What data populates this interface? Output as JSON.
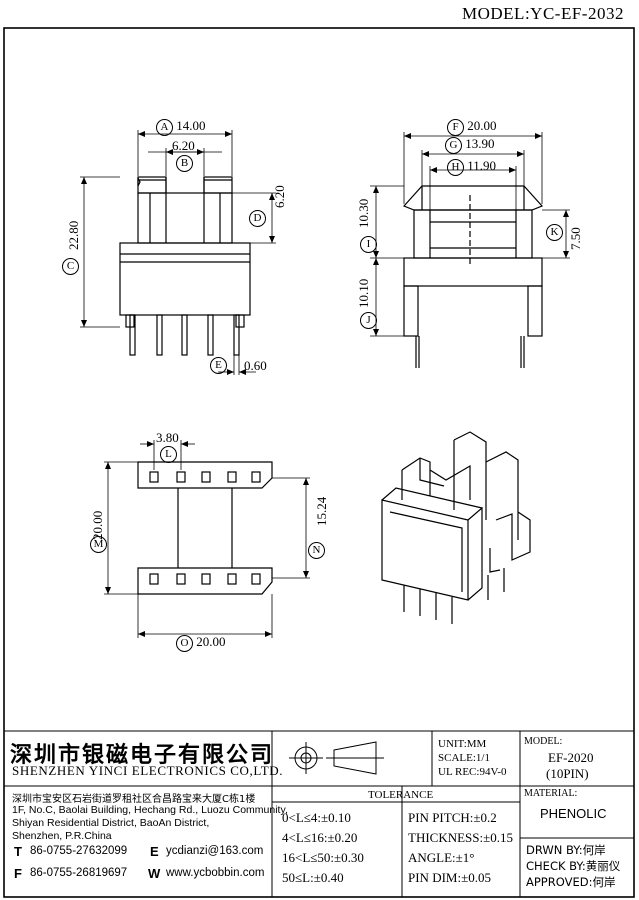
{
  "model_title": "MODEL:YC-EF-2032",
  "dims": {
    "A": {
      "letter": "A",
      "value": "14.00"
    },
    "B": {
      "letter": "B",
      "value": "6.20"
    },
    "C": {
      "letter": "C",
      "value": "22.80"
    },
    "D": {
      "letter": "D",
      "value": "6.20"
    },
    "E": {
      "letter": "E",
      "value": "0.60"
    },
    "F": {
      "letter": "F",
      "value": "20.00"
    },
    "G": {
      "letter": "G",
      "value": "13.90"
    },
    "H": {
      "letter": "H",
      "value": "11.90"
    },
    "I": {
      "letter": "I",
      "value": "10.30"
    },
    "J": {
      "letter": "J",
      "value": "10.10"
    },
    "K": {
      "letter": "K",
      "value": "7.50"
    },
    "L": {
      "letter": "L",
      "value": "3.80"
    },
    "M": {
      "letter": "M",
      "value": "20.00"
    },
    "N": {
      "letter": "N",
      "value": "15.24"
    },
    "O": {
      "letter": "O",
      "value": "20.00"
    }
  },
  "company": {
    "name_cn": "深圳市银磁电子有限公司",
    "name_en": "SHENZHEN YINCI ELECTRONICS CO,LTD.",
    "address_cn": "深圳市宝安区石岩街道罗租社区合昌路宝来大厦C栋1楼",
    "address_en": [
      "1F, No.C, Baolai Building, Hechang Rd., Luozu Community,",
      "Shiyan Residential District, BaoAn District,",
      "Shenzhen, P.R.China"
    ],
    "tel_label": "T",
    "tel": "86-0755-27632099",
    "fax_label": "F",
    "fax": "86-0755-26819697",
    "email_label": "E",
    "email": "ycdianzi@163.com",
    "web_label": "W",
    "web": "www.ycbobbin.com"
  },
  "spec": {
    "unit": "UNIT:MM",
    "scale": "SCALE:1/1",
    "ul": "UL REC:94V-0",
    "model_label": "MODEL:",
    "model_value": "EF-2020",
    "pins": "(10PIN)",
    "material_label": "MATERIAL:",
    "material_value": "PHENOLIC",
    "tolerance_title": "TOLERANCE",
    "tolerances": [
      "0<L≤4:±0.10",
      "4<L≤16:±0.20",
      "16<L≤50:±0.30",
      "50≤L:±0.40"
    ],
    "pin_tolerances": [
      "PIN PITCH:±0.2",
      "THICKNESS:±0.15",
      "ANGLE:±1°",
      "PIN DIM:±0.05"
    ],
    "drawn_by": "DRWN BY:何岸",
    "check_by": "CHECK BY:黄丽仪",
    "approved": "APPROVED:何岸"
  }
}
